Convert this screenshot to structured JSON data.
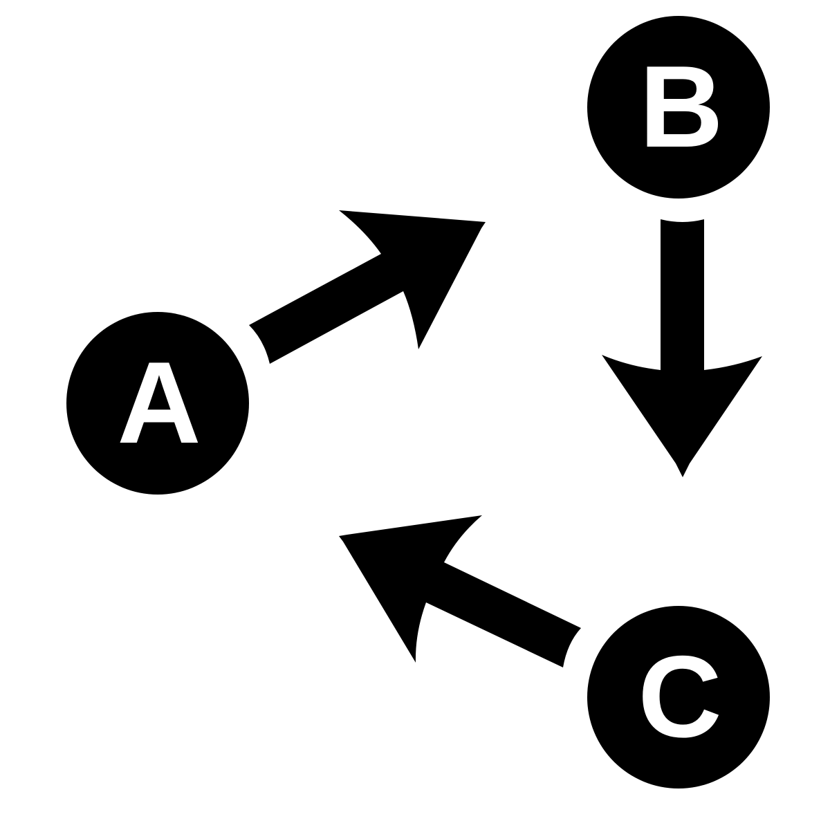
{
  "colors": {
    "background": "#ffffff",
    "node_fill": "#000000",
    "node_text": "#ffffff",
    "arrow_fill": "#000000"
  },
  "nodes": [
    {
      "id": "a",
      "label": "A"
    },
    {
      "id": "b",
      "label": "B"
    },
    {
      "id": "c",
      "label": "C"
    }
  ],
  "edges": [
    {
      "from": "A",
      "to": "B"
    },
    {
      "from": "B",
      "to": "C"
    },
    {
      "from": "C",
      "to": "A"
    }
  ]
}
